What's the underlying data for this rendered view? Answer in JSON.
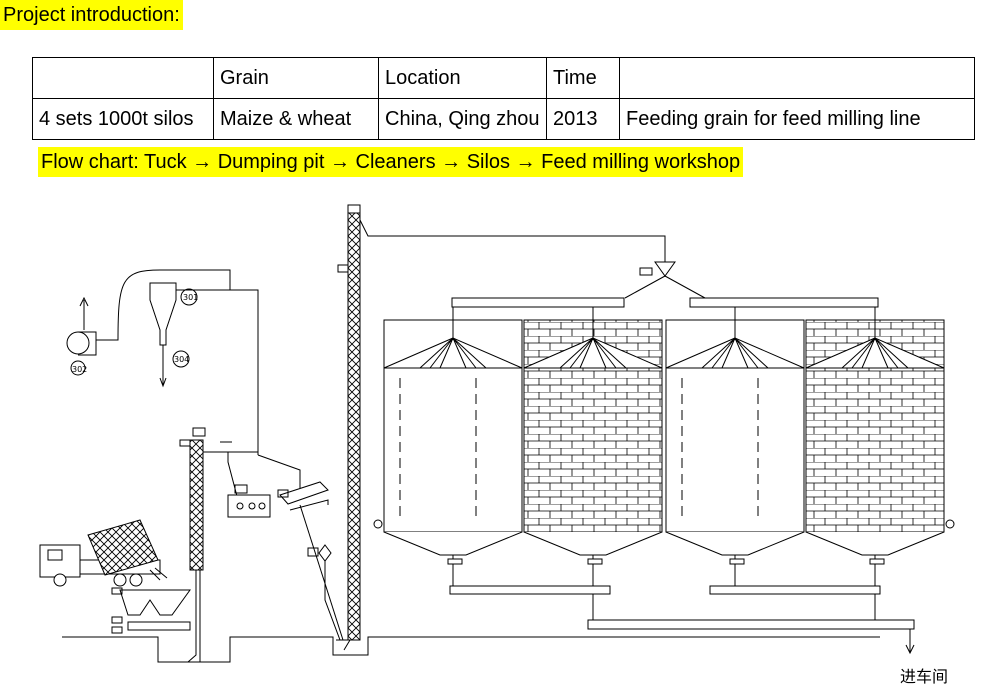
{
  "header": {
    "intro_title": "Project introduction:",
    "flow_chart": "Flow chart: Tuck → Dumping pit → Cleaners → Silos → Feed milling workshop"
  },
  "table": {
    "headers": [
      "",
      "Grain",
      "Location",
      "Time",
      ""
    ],
    "row": [
      "4 sets 1000t silos",
      "Maize & wheat",
      "China, Qing zhou",
      "2013",
      "Feeding grain for feed milling line"
    ]
  },
  "diagram": {
    "labels": {
      "l301": "301",
      "l302": "302",
      "l304": "304",
      "workshop": "进车间"
    }
  }
}
